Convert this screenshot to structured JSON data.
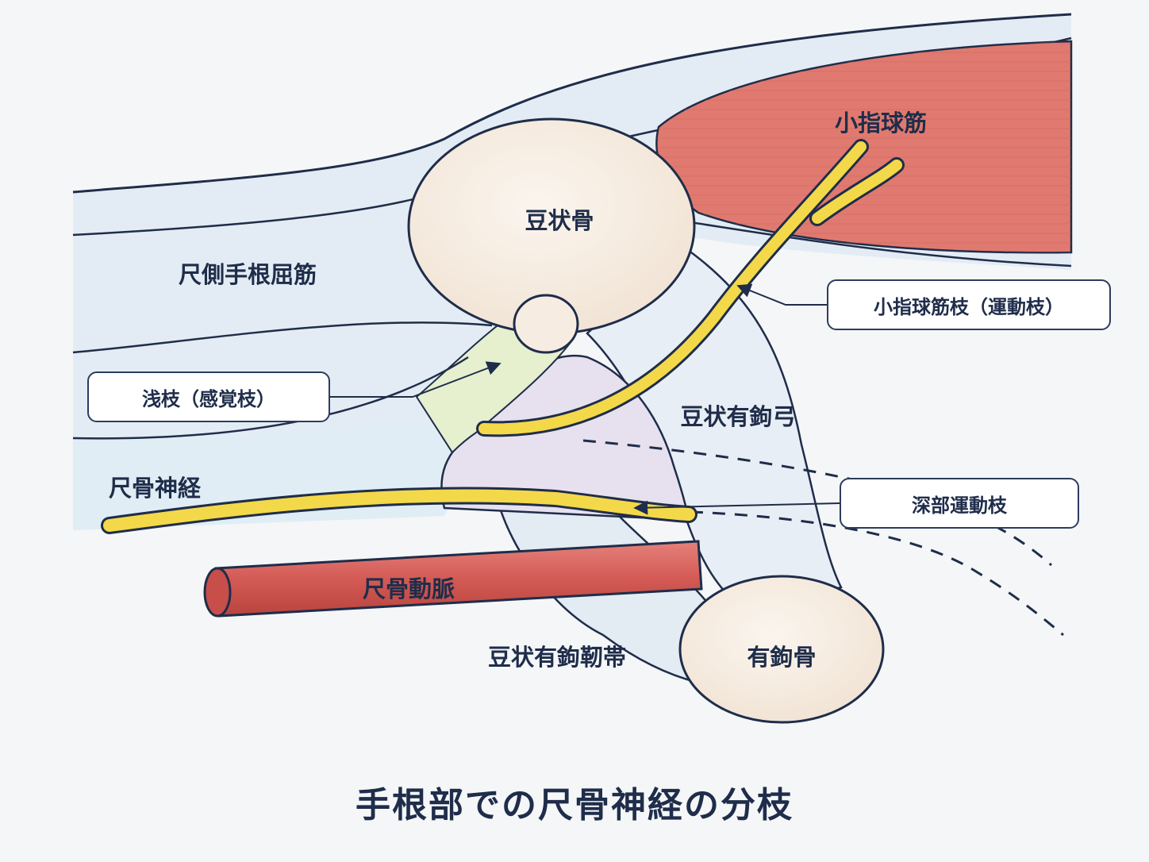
{
  "title": "手根部での尺骨神経の分枝",
  "labels": {
    "pisiform": "豆状骨",
    "fcu": "尺側手根屈筋",
    "hypothenar": "小指球筋",
    "pisohamate_arch": "豆状有鉤弓",
    "ulnar_nerve": "尺骨神経",
    "ulnar_artery": "尺骨動脈",
    "pisohamate_ligament": "豆状有鉤靭帯",
    "hamate": "有鉤骨"
  },
  "callouts": {
    "motor_branch": "小指球筋枝（運動枝）",
    "superficial_branch": "浅枝（感覚枝）",
    "deep_branch": "深部運動枝"
  },
  "colors": {
    "outline": "#1f2d4a",
    "tendon": "#e3ecf4",
    "bone": "#f6ece2",
    "muscle": "#e07a70",
    "nerve": "#f3d84a",
    "artery": "#d45a55",
    "green_zone": "#e6efce",
    "purple_zone": "#e7e1ef"
  }
}
